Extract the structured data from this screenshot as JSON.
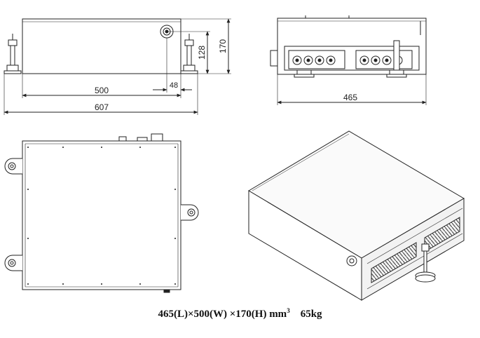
{
  "front_view": {
    "dim_width": "500",
    "dim_overall_width": "607",
    "dim_height": "128",
    "dim_overall_height": "170",
    "dim_offset": "48"
  },
  "side_view": {
    "dim_depth": "465"
  },
  "caption": {
    "dimensions": "465(L)×500(W) ×170(H) mm",
    "unit_superscript": "3",
    "weight": "65kg"
  }
}
